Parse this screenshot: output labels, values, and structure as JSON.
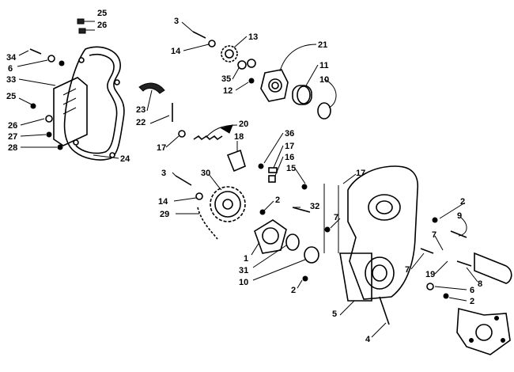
{
  "diagram": {
    "callouts": [
      {
        "id": "c25a",
        "text": "25"
      },
      {
        "id": "c26a",
        "text": "26"
      },
      {
        "id": "c34",
        "text": "34"
      },
      {
        "id": "c6a",
        "text": "6"
      },
      {
        "id": "c33",
        "text": "33"
      },
      {
        "id": "c25b",
        "text": "25"
      },
      {
        "id": "c26b",
        "text": "26"
      },
      {
        "id": "c27",
        "text": "27"
      },
      {
        "id": "c28",
        "text": "28"
      },
      {
        "id": "c24",
        "text": "24"
      },
      {
        "id": "c23",
        "text": "23"
      },
      {
        "id": "c22",
        "text": "22"
      },
      {
        "id": "c17a",
        "text": "17"
      },
      {
        "id": "c3a",
        "text": "3"
      },
      {
        "id": "c14a",
        "text": "14"
      },
      {
        "id": "c13",
        "text": "13"
      },
      {
        "id": "c35",
        "text": "35"
      },
      {
        "id": "c12",
        "text": "12"
      },
      {
        "id": "c21",
        "text": "21"
      },
      {
        "id": "c11",
        "text": "11"
      },
      {
        "id": "c10a",
        "text": "10"
      },
      {
        "id": "c20",
        "text": "20"
      },
      {
        "id": "c18",
        "text": "18"
      },
      {
        "id": "c36",
        "text": "36"
      },
      {
        "id": "c17b",
        "text": "17"
      },
      {
        "id": "c16",
        "text": "16"
      },
      {
        "id": "c15",
        "text": "15"
      },
      {
        "id": "c17c",
        "text": "17"
      },
      {
        "id": "c3b",
        "text": "3"
      },
      {
        "id": "c30",
        "text": "30"
      },
      {
        "id": "c14b",
        "text": "14"
      },
      {
        "id": "c29",
        "text": "29"
      },
      {
        "id": "c2a",
        "text": "2"
      },
      {
        "id": "c32",
        "text": "32"
      },
      {
        "id": "c7a",
        "text": "7"
      },
      {
        "id": "c1",
        "text": "1"
      },
      {
        "id": "c31",
        "text": "31"
      },
      {
        "id": "c10b",
        "text": "10"
      },
      {
        "id": "c2b",
        "text": "2"
      },
      {
        "id": "c5",
        "text": "5"
      },
      {
        "id": "c4",
        "text": "4"
      },
      {
        "id": "c2c",
        "text": "2"
      },
      {
        "id": "c9",
        "text": "9"
      },
      {
        "id": "c7b",
        "text": "7"
      },
      {
        "id": "c7c",
        "text": "7"
      },
      {
        "id": "c19",
        "text": "19"
      },
      {
        "id": "c8",
        "text": "8"
      },
      {
        "id": "c6b",
        "text": "6"
      },
      {
        "id": "c2d",
        "text": "2"
      }
    ]
  }
}
